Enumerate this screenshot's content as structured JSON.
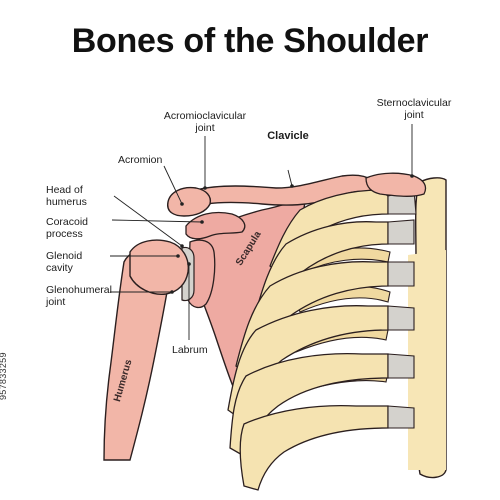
{
  "title": "Bones of the Shoulder",
  "labels": {
    "acromioclavicular_joint": [
      "Acromioclavicular",
      "joint"
    ],
    "clavicle": "Clavicle",
    "sternoclavicular_joint": [
      "Sternoclavicular",
      "joint"
    ],
    "acromion": "Acromion",
    "head_of_humerus": [
      "Head of",
      "humerus"
    ],
    "coracoid_process": [
      "Coracoid",
      "process"
    ],
    "glenoid_cavity": [
      "Glenoid",
      "cavity"
    ],
    "glenohumeral_joint": [
      "Glenohumeral",
      "joint"
    ],
    "labrum": "Labrum",
    "scapula": "Scapula",
    "humerus": "Humerus"
  },
  "side_credit": "957833259",
  "colors": {
    "bone_pink": "#f2b6a8",
    "bone_pink_dark": "#e89a8c",
    "scapula_pink": "#eeaaa2",
    "rib_cream": "#f5e3b1",
    "rib_shadow": "#e8cf8e",
    "cartilage_gray": "#d4d2cd",
    "sternum_cream": "#f7e6b6",
    "outline": "#2b1f1f",
    "line": "#222222"
  }
}
